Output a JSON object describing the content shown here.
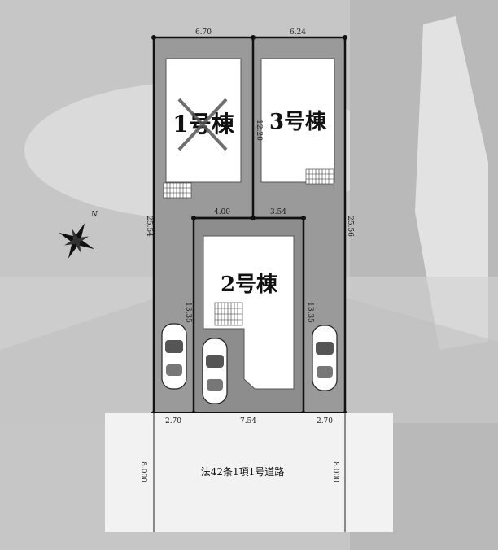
{
  "buildings": {
    "b1": {
      "label": "1号棟",
      "status": "sold-cross-mark"
    },
    "b2": {
      "label": "2号棟"
    },
    "b3": {
      "label": "3号棟"
    }
  },
  "compass": {
    "north_label": "N",
    "icon": "compass-rose-icon"
  },
  "dimensions": {
    "top_left": "6.70",
    "top_right": "6.24",
    "left_side": "25.54",
    "right_side": "25.56",
    "middle_divider": "12.20",
    "inner_left": "4.00",
    "inner_right": "3.54",
    "drive_left": "13.35",
    "drive_right": "13.35",
    "bottom_left": "2.70",
    "bottom_mid": "7.54",
    "bottom_right": "2.70",
    "road_left": "8.000",
    "road_right": "8.000"
  },
  "road": {
    "label": "法42条1項1号道路"
  },
  "colors": {
    "background": "#c9c9c9",
    "lot": "#9a9a9a",
    "building": "#ffffff",
    "road": "#f2f2f2"
  }
}
